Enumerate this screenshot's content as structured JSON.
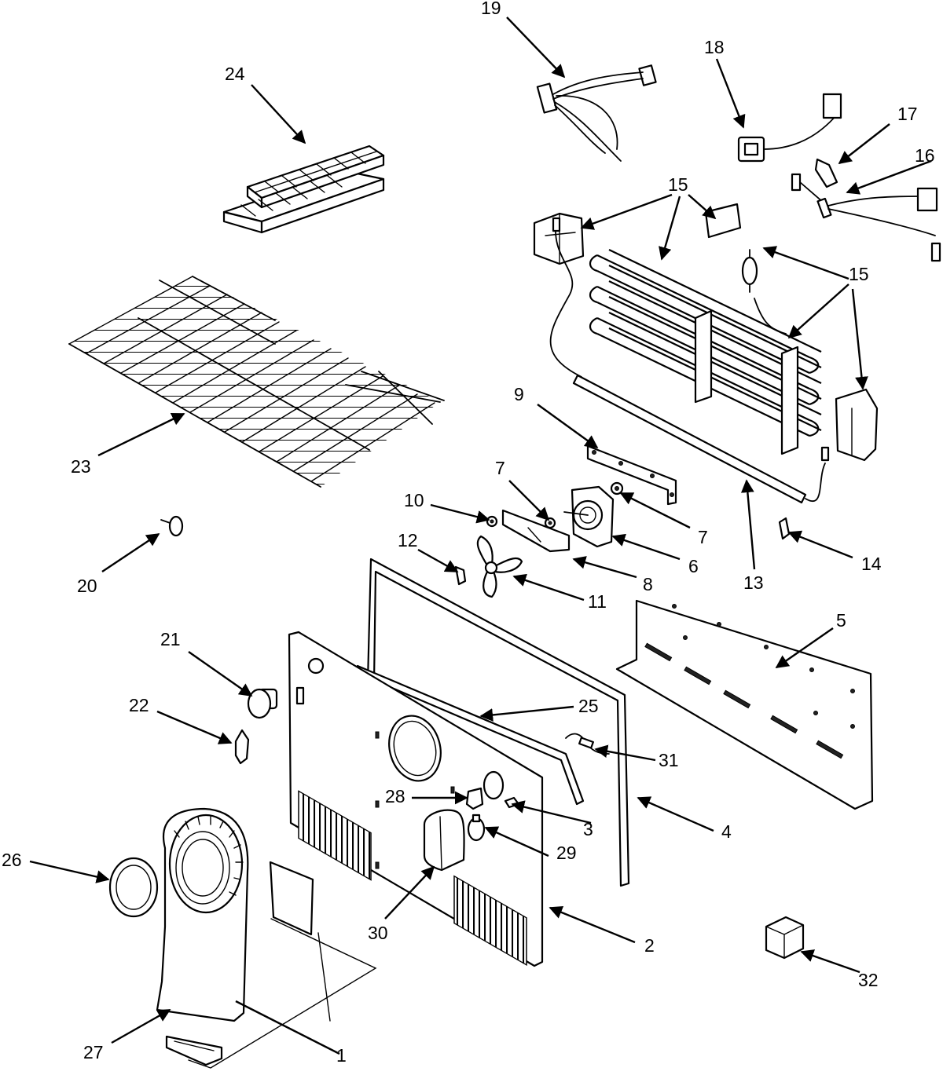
{
  "callouts": {
    "c1": "1",
    "c2": "2",
    "c3": "3",
    "c4": "4",
    "c5": "5",
    "c6": "6",
    "c7a": "7",
    "c7b": "7",
    "c8": "8",
    "c9": "9",
    "c10": "10",
    "c11": "11",
    "c12": "12",
    "c13": "13",
    "c14": "14",
    "c15a": "15",
    "c15b": "15",
    "c16": "16",
    "c17": "17",
    "c18": "18",
    "c19": "19",
    "c20": "20",
    "c21": "21",
    "c22": "22",
    "c23": "23",
    "c24": "24",
    "c25": "25",
    "c26": "26",
    "c27": "27",
    "c28": "28",
    "c29": "29",
    "c30": "30",
    "c31": "31",
    "c32": "32"
  }
}
